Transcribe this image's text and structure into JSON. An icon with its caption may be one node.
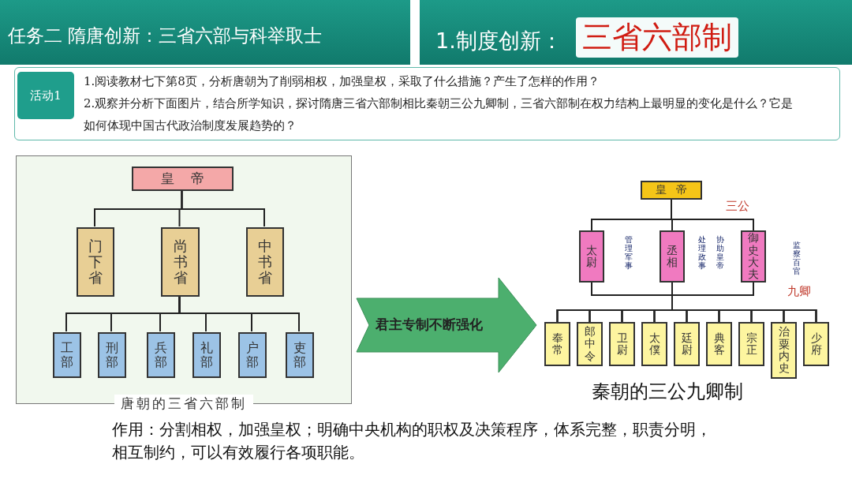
{
  "diagram": {
    "title": "任务二 隋唐创新：三省六部与科举取士",
    "nodes": [
      {
        "text": [
          "1.阅读教材七下第8页，分析唐朝为了削弱相权，加强皇权，采取了什么措施？产生了怎样的作用？",
          "2.观察并分析下面图片，结合所学知识，探讨隋唐三省六部制相比秦朝三公九卿制，三省六部制在权力结构上最明显的变化是什么？它是如何体现中国古代政治制度发展趋势的？"
        ]
      },
      {
        "text": [
          "活动1"
        ],
        "in": 0
      },
      {
        "text": [
          "唐朝的三省六部制"
        ]
      },
      {
        "text": [
          "皇帝"
        ],
        "in": 2
      },
      {
        "text": [
          "门下省"
        ],
        "in": 2
      },
      {
        "text": [
          "尚书省"
        ],
        "in": 2
      },
      {
        "text": [
          "中书省"
        ],
        "in": 2
      },
      {
        "text": [
          "工部"
        ],
        "in": 2
      },
      {
        "text": [
          "刑部"
        ],
        "in": 2
      },
      {
        "text": [
          "兵部"
        ],
        "in": 2
      },
      {
        "text": [
          "礼部"
        ],
        "in": 2
      },
      {
        "text": [
          "户部"
        ],
        "in": 2
      },
      {
        "text": [
          "吏部"
        ],
        "in": 2
      },
      {
        "text": [
          "君主专制不断强化"
        ]
      },
      {
        "text": [
          "皇帝"
        ]
      },
      {
        "text": [
          "太尉"
        ],
        "beside": [
          "管理军事"
        ]
      },
      {
        "text": [
          "丞相"
        ],
        "beside": [
          "协助皇帝",
          "处理政事"
        ]
      },
      {
        "text": [
          "御史大夫"
        ],
        "beside": [
          "监察百官"
        ]
      },
      {
        "text": [
          "奉常"
        ]
      },
      {
        "text": [
          "郎中令"
        ]
      },
      {
        "text": [
          "卫尉"
        ]
      },
      {
        "text": [
          "太僕"
        ]
      },
      {
        "text": [
          "廷尉"
        ]
      },
      {
        "text": [
          "典客"
        ]
      },
      {
        "text": [
          "宗正"
        ]
      },
      {
        "text": [
          "治粟内史"
        ]
      },
      {
        "text": [
          "少府"
        ]
      }
    ],
    "edges": [
      {
        "from": 3,
        "to": 4,
        "arrow": "none"
      },
      {
        "from": 3,
        "to": 5,
        "arrow": "none"
      },
      {
        "from": 3,
        "to": 6,
        "arrow": "none"
      },
      {
        "from": 5,
        "to": 7,
        "arrow": "none"
      },
      {
        "from": 5,
        "to": 8,
        "arrow": "none"
      },
      {
        "from": 5,
        "to": 9,
        "arrow": "none"
      },
      {
        "from": 5,
        "to": 10,
        "arrow": "none"
      },
      {
        "from": 5,
        "to": 11,
        "arrow": "none"
      },
      {
        "from": 5,
        "to": 12,
        "arrow": "none"
      },
      {
        "from": 14,
        "to": 15,
        "arrow": "none"
      },
      {
        "from": 14,
        "to": 16,
        "arrow": "none"
      },
      {
        "from": 14,
        "to": 17,
        "arrow": "none"
      },
      {
        "from": 15,
        "to": 18,
        "arrow": "none"
      },
      {
        "from": 15,
        "to": 19,
        "arrow": "none"
      },
      {
        "from": 15,
        "to": 20,
        "arrow": "none"
      },
      {
        "from": 15,
        "to": 21,
        "arrow": "none"
      },
      {
        "from": 15,
        "to": 22,
        "arrow": "none"
      },
      {
        "from": 15,
        "to": 23,
        "arrow": "none"
      },
      {
        "from": 15,
        "to": 24,
        "arrow": "none"
      },
      {
        "from": 15,
        "to": 25,
        "arrow": "none"
      },
      {
        "from": 15,
        "to": 26,
        "arrow": "none"
      },
      {
        "from": 16,
        "to": 18,
        "arrow": "none"
      },
      {
        "from": 16,
        "to": 19,
        "arrow": "none"
      },
      {
        "from": 16,
        "to": 20,
        "arrow": "none"
      },
      {
        "from": 16,
        "to": 21,
        "arrow": "none"
      },
      {
        "from": 16,
        "to": 22,
        "arrow": "none"
      },
      {
        "from": 16,
        "to": 23,
        "arrow": "none"
      },
      {
        "from": 16,
        "to": 24,
        "arrow": "none"
      },
      {
        "from": 16,
        "to": 25,
        "arrow": "none"
      },
      {
        "from": 16,
        "to": 26,
        "arrow": "none"
      },
      {
        "from": 17,
        "to": 18,
        "arrow": "none"
      },
      {
        "from": 17,
        "to": 19,
        "arrow": "none"
      },
      {
        "from": 17,
        "to": 20,
        "arrow": "none"
      },
      {
        "from": 17,
        "to": 21,
        "arrow": "none"
      },
      {
        "from": 17,
        "to": 22,
        "arrow": "none"
      },
      {
        "from": 17,
        "to": 23,
        "arrow": "none"
      },
      {
        "from": 17,
        "to": 24,
        "arrow": "none"
      },
      {
        "from": 17,
        "to": 25,
        "arrow": "none"
      },
      {
        "from": 17,
        "to": 26,
        "arrow": "none"
      }
    ],
    "labels": [
      "1.制度创新：",
      "三省六部制",
      "三公",
      "九卿",
      "秦朝的三公九卿制",
      "作用：分割相权，加强皇权；明确中央机构的职权及决策程序，体系完整，职责分明，相互制约，可以有效履行各项职能。"
    ]
  }
}
